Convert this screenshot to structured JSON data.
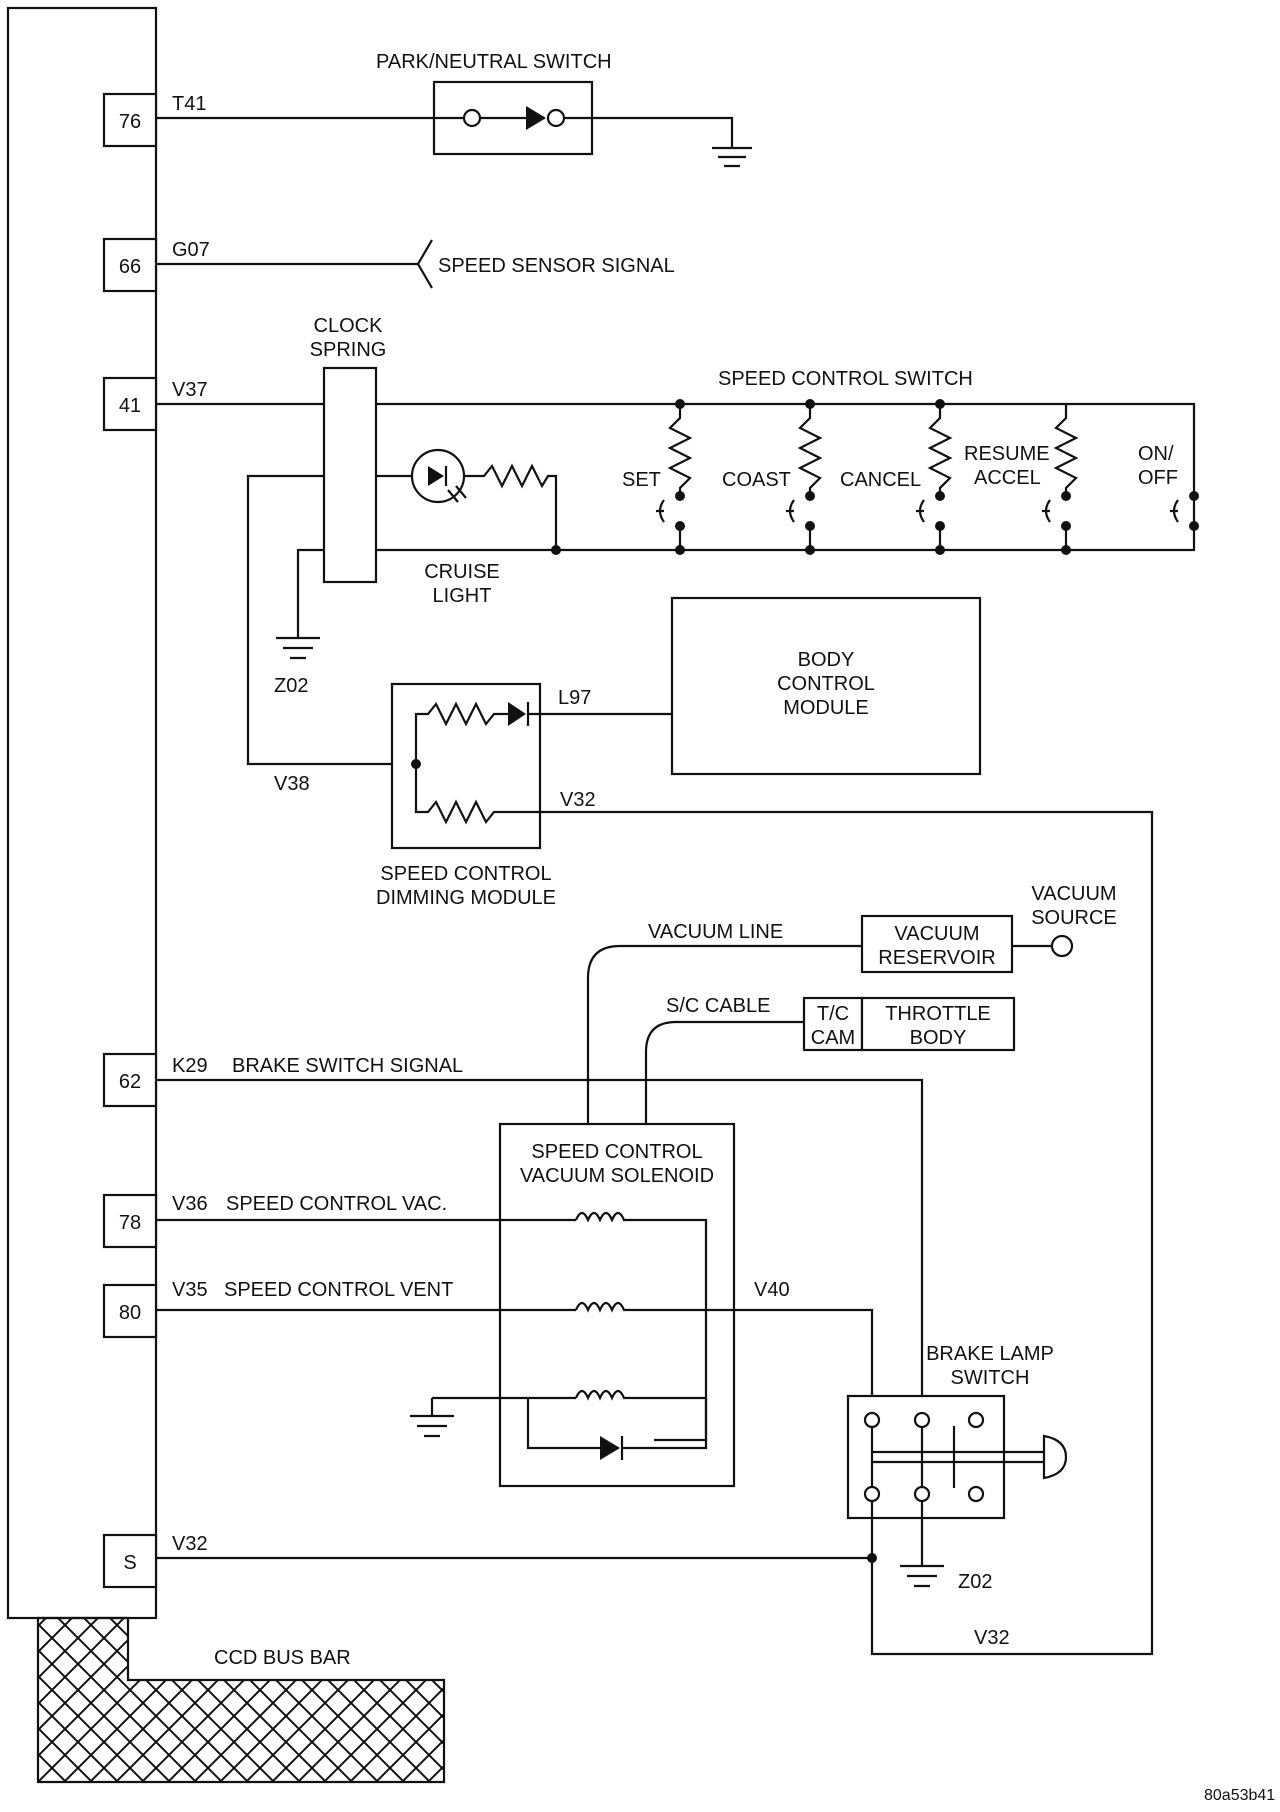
{
  "pins": {
    "p76": "76",
    "p66": "66",
    "p41": "41",
    "p62": "62",
    "p78": "78",
    "p80": "80",
    "pS": "S"
  },
  "wires": {
    "t41": "T41",
    "g07": "G07",
    "v37": "V37",
    "l97": "L97",
    "v38": "V38",
    "v32_dim": "V32",
    "k29": "K29",
    "v36": "V36",
    "v35": "V35",
    "v40": "V40",
    "v32_s": "V32",
    "v32_bottom": "V32",
    "z02_a": "Z02",
    "z02_b": "Z02"
  },
  "labels": {
    "park_neutral": "PARK/NEUTRAL SWITCH",
    "speed_sensor": "SPEED SENSOR SIGNAL",
    "clock_spring_1": "CLOCK",
    "clock_spring_2": "SPRING",
    "speed_control_switch": "SPEED CONTROL SWITCH",
    "set": "SET",
    "coast": "COAST",
    "cancel": "CANCEL",
    "resume_1": "RESUME",
    "resume_2": "ACCEL",
    "onoff_1": "ON/",
    "onoff_2": "OFF",
    "cruise_1": "CRUISE",
    "cruise_2": "LIGHT",
    "bcm_1": "BODY",
    "bcm_2": "CONTROL",
    "bcm_3": "MODULE",
    "dim_1": "SPEED CONTROL",
    "dim_2": "DIMMING MODULE",
    "vac_source_1": "VACUUM",
    "vac_source_2": "SOURCE",
    "vacuum_line": "VACUUM LINE",
    "vac_res_1": "VACUUM",
    "vac_res_2": "RESERVOIR",
    "sc_cable": "S/C CABLE",
    "tc_1": "T/C",
    "tc_2": "CAM",
    "throttle_1": "THROTTLE",
    "throttle_2": "BODY",
    "brake_switch_signal": "BRAKE SWITCH SIGNAL",
    "sol_1": "SPEED CONTROL",
    "sol_2": "VACUUM SOLENOID",
    "sc_vac": "SPEED CONTROL VAC.",
    "sc_vent": "SPEED CONTROL VENT",
    "brake_lamp_1": "BRAKE LAMP",
    "brake_lamp_2": "SWITCH",
    "ccd": "CCD BUS BAR",
    "ref": "80a53b41"
  }
}
